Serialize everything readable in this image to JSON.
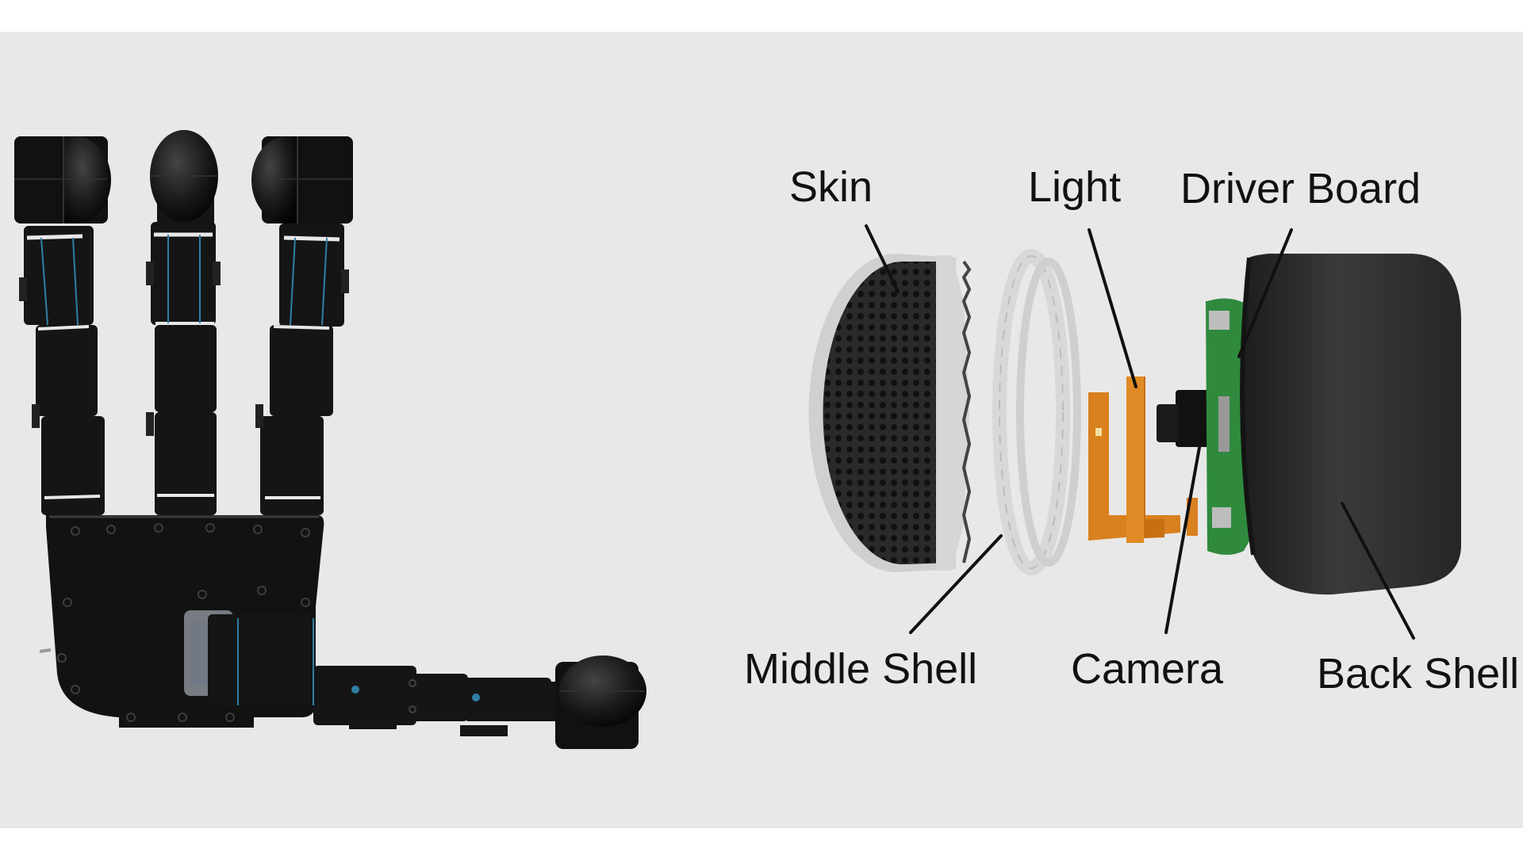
{
  "colors": {
    "page_background": "#ffffff",
    "panel_background": "#e8e8e8",
    "hand_body": "#151515",
    "joint_highlight": "#2f7fa6",
    "light_flex": "#d9801f",
    "driver_board": "#2f8a3e",
    "middle_shell": "#dcdcdc",
    "back_shell": "#2a2a2a",
    "skin_gel": "#d6d6d6"
  },
  "labels": {
    "skin": "Skin",
    "light": "Light",
    "driver_board": "Driver Board",
    "middle_shell": "Middle Shell",
    "camera": "Camera",
    "back_shell": "Back Shell"
  }
}
